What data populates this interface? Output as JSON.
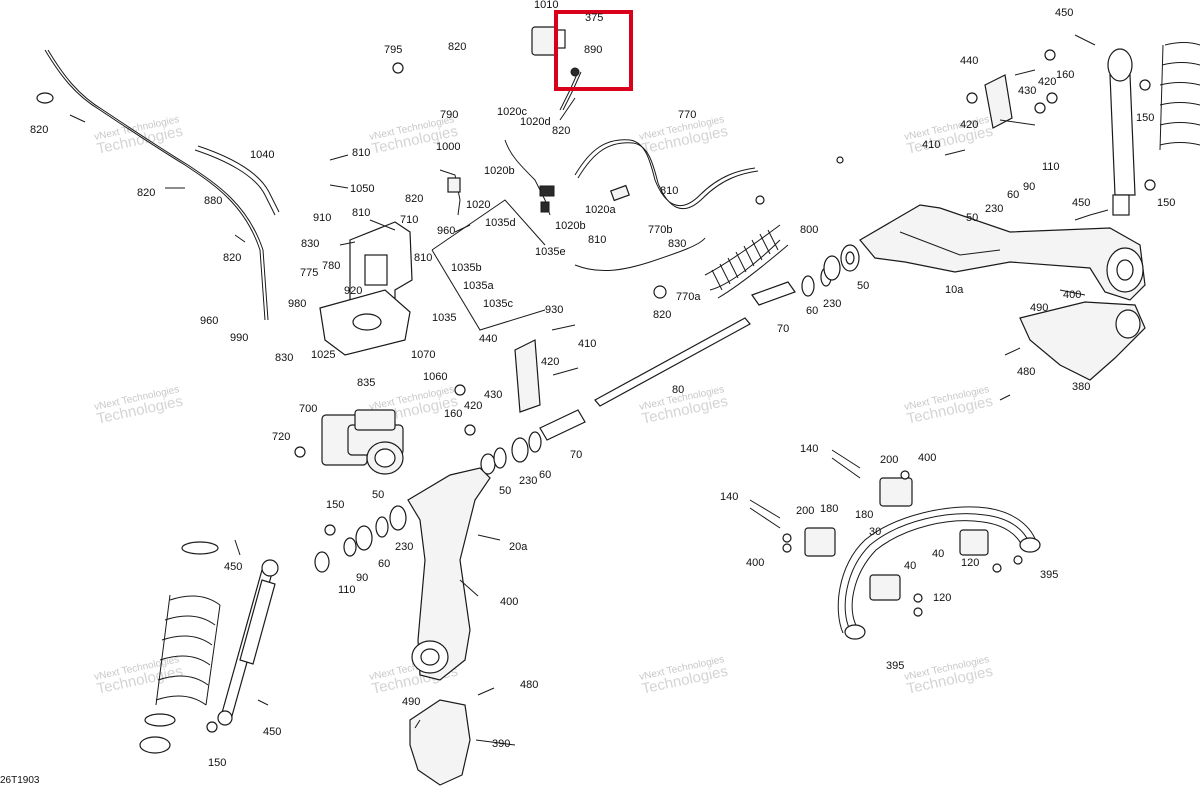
{
  "diagram_code": "26T1903",
  "highlight_color": "#d9001b",
  "watermarks": [
    {
      "line1": "vNext Technologies",
      "line2": "Technologies"
    }
  ],
  "labels": {
    "l1010": "1010",
    "l375": "375",
    "l890": "890",
    "l795": "795",
    "l820a": "820",
    "l450a": "450",
    "l440a": "440",
    "l160a": "160",
    "l420a": "420",
    "l430a": "430",
    "l150a": "150",
    "l420b": "420",
    "l410a": "410",
    "l110a": "110",
    "l90a": "90",
    "l60a": "60",
    "l50a": "50",
    "l230a": "230",
    "l150b": "150",
    "l450b": "450",
    "l820b": "820",
    "l790": "790",
    "l1020c": "1020c",
    "l1020d": "1020d",
    "l820c": "820",
    "l770": "770",
    "l810a": "810",
    "l1040": "1040",
    "l1000": "1000",
    "l820d": "820",
    "l1020b1": "1020b",
    "l1050": "1050",
    "l820e": "820",
    "l880": "880",
    "l820f": "820",
    "l1020a": "1020a",
    "l1020b2": "1020b",
    "l810b": "810",
    "l770b": "770b",
    "l830a": "830",
    "l810c": "810",
    "l810d": "810",
    "l800": "800",
    "l1020": "1020",
    "l1035d": "1035d",
    "l910": "910",
    "l710": "710",
    "l960a": "960",
    "l830b": "830",
    "l1035e": "1035e",
    "l820g": "820",
    "l810e": "810",
    "l775": "775",
    "l780": "780",
    "l1035b": "1035b",
    "l1035a": "1035a",
    "l920": "920",
    "l980": "980",
    "l1035c": "1035c",
    "l770a": "770a",
    "l10a": "10a",
    "l400a": "400",
    "l490a": "490",
    "l1035": "1035",
    "l960b": "960",
    "l990": "990",
    "l830c": "830",
    "l1025": "1025",
    "l930": "930",
    "l60b": "60",
    "l230b": "230",
    "l50b": "50",
    "l70a": "70",
    "l820h": "820",
    "l480a": "480",
    "l440b": "440",
    "l410b": "410",
    "l420c": "420",
    "l1070": "1070",
    "l835": "835",
    "l1060": "1060",
    "l380": "380",
    "l80": "80",
    "l700": "700",
    "l160b": "160",
    "l420d": "420",
    "l430b": "430",
    "l720": "720",
    "l70b": "70",
    "l60c": "60",
    "l230c": "230",
    "l50c": "50",
    "l140a": "140",
    "l200a": "200",
    "l400b": "400",
    "l50d": "50",
    "l140b": "140",
    "l180a": "180",
    "l180b": "180",
    "l200b": "200",
    "l150c": "150",
    "l30": "30",
    "l20a": "20a",
    "l230d": "230",
    "l450c": "450",
    "l60d": "60",
    "l400c": "400",
    "l40a": "40",
    "l120a": "120",
    "l395a": "395",
    "l90b": "90",
    "l110b": "110",
    "l40b": "40",
    "l400d": "400",
    "l120b": "120",
    "l480b": "480",
    "l395b": "395",
    "l490b": "490",
    "l450d": "450",
    "l390": "390",
    "l150d": "150"
  }
}
